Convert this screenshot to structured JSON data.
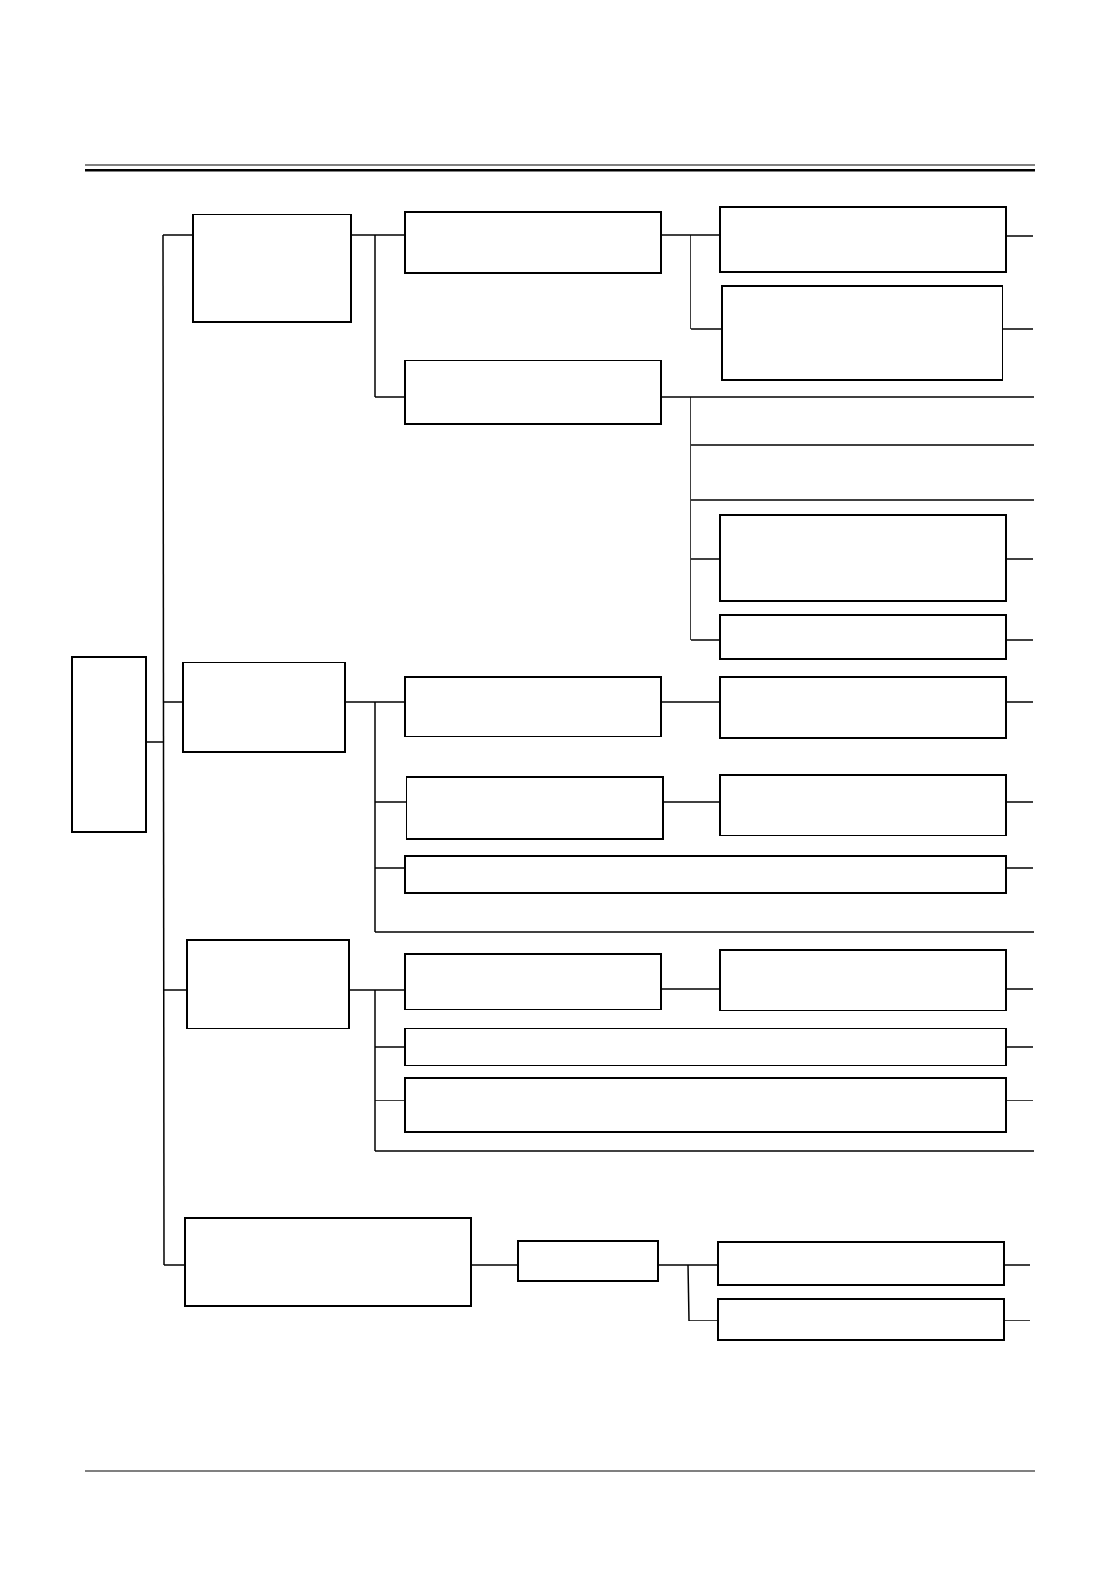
{
  "diagram": {
    "title": "",
    "colors": {
      "stroke": "#000000",
      "fill": "#ffffff"
    },
    "nodes": [
      {
        "id": "root",
        "label": ""
      },
      {
        "id": "b1",
        "label": ""
      },
      {
        "id": "b1a",
        "label": ""
      },
      {
        "id": "b1a1",
        "label": ""
      },
      {
        "id": "b1a2",
        "label": ""
      },
      {
        "id": "b1b",
        "label": ""
      },
      {
        "id": "b1b1",
        "label": ""
      },
      {
        "id": "b1b2",
        "label": ""
      },
      {
        "id": "b2",
        "label": ""
      },
      {
        "id": "b2a",
        "label": ""
      },
      {
        "id": "b2a1",
        "label": ""
      },
      {
        "id": "b2b",
        "label": ""
      },
      {
        "id": "b2b1",
        "label": ""
      },
      {
        "id": "b2c",
        "label": ""
      },
      {
        "id": "b3",
        "label": ""
      },
      {
        "id": "b3a",
        "label": ""
      },
      {
        "id": "b3a1",
        "label": ""
      },
      {
        "id": "b3b",
        "label": ""
      },
      {
        "id": "b3c",
        "label": ""
      },
      {
        "id": "b4",
        "label": ""
      },
      {
        "id": "b4a",
        "label": ""
      },
      {
        "id": "b4a1",
        "label": ""
      },
      {
        "id": "b4a2",
        "label": ""
      }
    ]
  }
}
